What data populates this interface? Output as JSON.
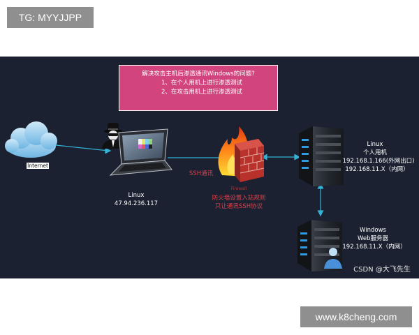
{
  "watermark_top": "TG: MYYJJPP",
  "watermark_bottom": "www.k8cheng.com",
  "note": {
    "line1": "解决攻击主机后渗透通讯Windows的问题?",
    "line2": "1、在个人用机上进行渗透测试",
    "line3": "2、在攻击用机上进行渗透测试"
  },
  "cloud": {
    "label": "Internet"
  },
  "attacker": {
    "os": "Linux",
    "ip": "47.94.236.117"
  },
  "link": {
    "label": "SSH通讯"
  },
  "firewall": {
    "small_label": "Firewall",
    "rule_line1": "防火墙设置入站规则",
    "rule_line2": "只让通讯SSH协议"
  },
  "personal_host": {
    "os": "Linux",
    "name": "个人用机",
    "ip_external": "192.168.1.166(外网出口)",
    "ip_internal": "192.168.11.X（内网）"
  },
  "web_server": {
    "os": "Windows",
    "name": "Web服务器",
    "ip_internal": "192.168.11.X（内网）"
  },
  "credit": "CSDN @大飞先生",
  "colors": {
    "background": "#1b2130",
    "note_fill": "#d2447e",
    "link_line": "#35b3d6",
    "accent_red": "#d8434b"
  }
}
